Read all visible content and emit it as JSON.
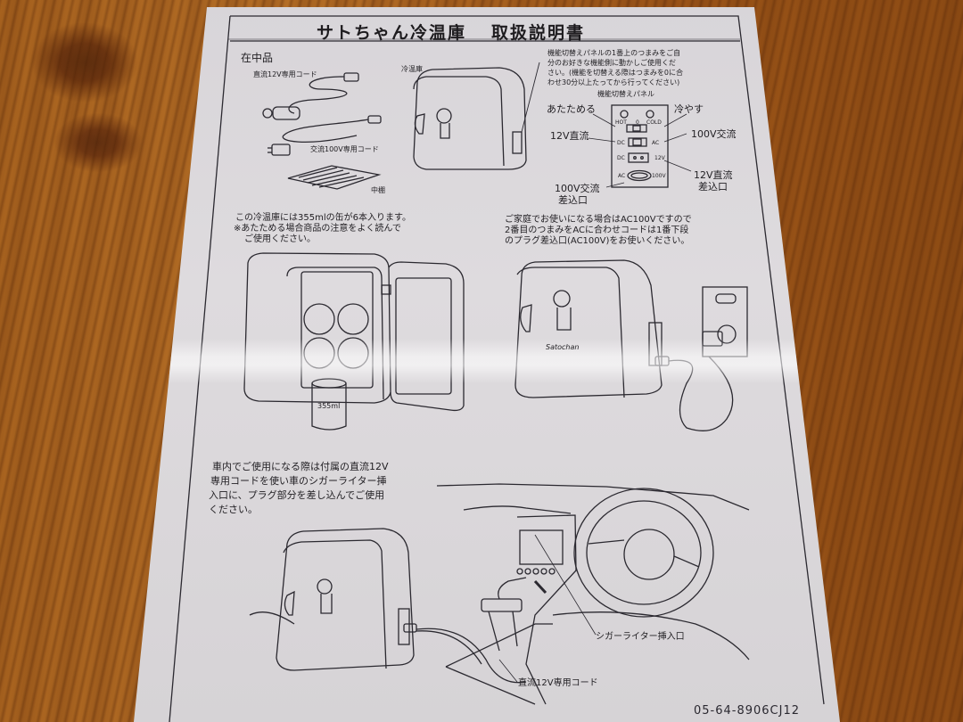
{
  "document": {
    "title_main": "サトちゃん冷温庫",
    "title_sub": "取扱説明書",
    "product_code": "05-64-8906CJ12"
  },
  "contents_section": {
    "heading": "在中品",
    "items": {
      "dc_cord": "直流12V専用コード",
      "unit": "冷温庫",
      "ac_cord": "交流100V専用コード",
      "shelf": "中棚"
    }
  },
  "panel_section": {
    "instructions": [
      "機能切替えパネルの1番上のつまみをご自",
      "分のお好きな機能側に動かしご使用くだ",
      "さい。(機能を切替える際はつまみを0に合",
      "わせ30分以上たってから行ってください)"
    ],
    "panel_title": "機能切替えパネル",
    "labels": {
      "warm": "あたためる",
      "cool": "冷やす",
      "dc12": "12V直流",
      "ac100": "100V交流",
      "dc12_inlet_1": "12V直流",
      "dc12_inlet_2": "差込口",
      "ac100_inlet_1": "100V交流",
      "ac100_inlet_2": "差込口"
    },
    "panel_markings": {
      "hot": "HOT",
      "zero": "0",
      "cold": "COLD",
      "dc": "DC",
      "ac": "AC",
      "dc2": "DC",
      "v12": "12V",
      "ac2": "AC",
      "v100": "100V"
    }
  },
  "capacity_section": {
    "lines": [
      "この冷温庫には355mlの缶が6本入ります。",
      "※あたためる場合商品の注意をよく読んで",
      "ご使用ください。"
    ],
    "can_label": "355ml"
  },
  "home_section": {
    "lines": [
      "ご家庭でお使いになる場合はAC100Vですので",
      "2番目のつまみをACに合わせコードは1番下段",
      "のプラグ差込口(AC100V)をお使いください。"
    ],
    "mascot_logo": "Satochan"
  },
  "car_section": {
    "lines": [
      "車内でご使用になる際は付属の直流12V",
      "専用コードを使い車のシガーライター挿",
      "入口に、プラグ部分を差し込んでご使用",
      "ください。"
    ],
    "label_lighter": "シガーライター挿入口",
    "label_cord": "直流12V専用コード"
  }
}
